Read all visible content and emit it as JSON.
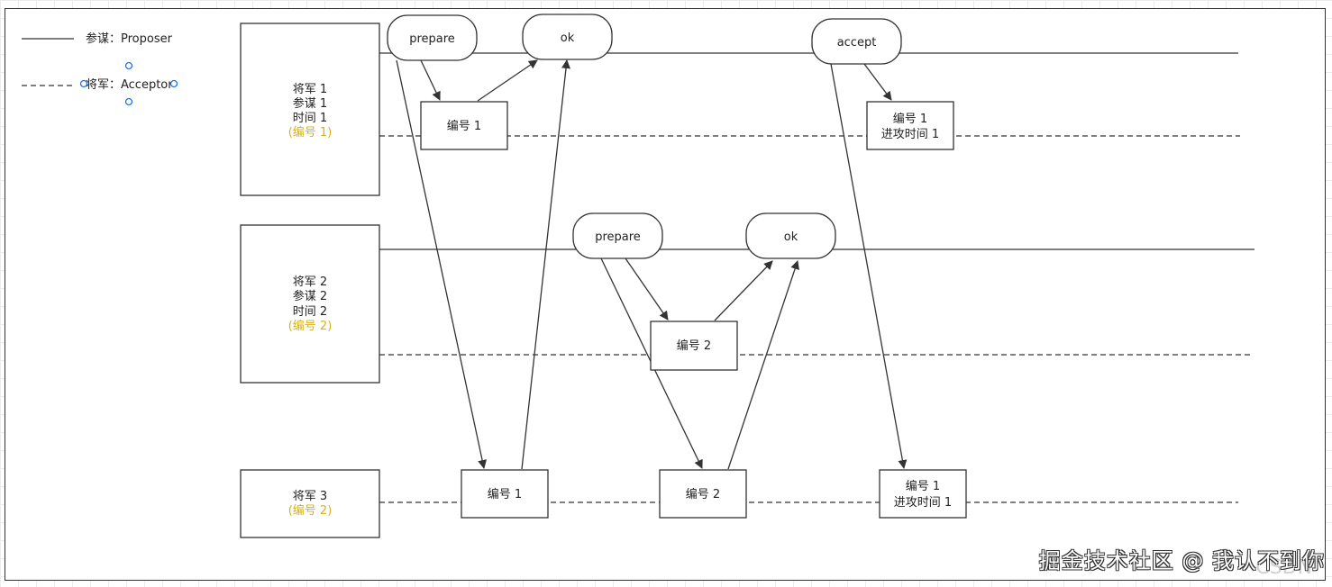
{
  "legend": {
    "proposer": "参谋：Proposer",
    "acceptor": "将军：Acceptor"
  },
  "generals": [
    {
      "lines": [
        "将军 1",
        "参谋 1",
        "时间 1"
      ],
      "highlight": "(编号 1)"
    },
    {
      "lines": [
        "将军 2",
        "参谋 2",
        "时间 2"
      ],
      "highlight": "(编号 2)"
    },
    {
      "lines": [
        "将军 3"
      ],
      "highlight": "(编号 2)"
    }
  ],
  "messages": {
    "prepare_1": "prepare",
    "ok_1": "ok",
    "accept_1": "accept",
    "prepare_2": "prepare",
    "ok_2": "ok"
  },
  "boxes": {
    "g1_num1": [
      "编号 1"
    ],
    "g1_accept": [
      "编号 1",
      "进攻时间 1"
    ],
    "g2_num2": [
      "编号 2"
    ],
    "g3_num1": [
      "编号 1"
    ],
    "g3_num2": [
      "编号 2"
    ],
    "g3_accept": [
      "编号 1",
      "进攻时间 1"
    ]
  },
  "watermark": "掘金技术社区 @ 我认不到你",
  "watermark_sub": "CSDN",
  "colors": {
    "highlight": "#d6b21e",
    "line": "#333333"
  }
}
